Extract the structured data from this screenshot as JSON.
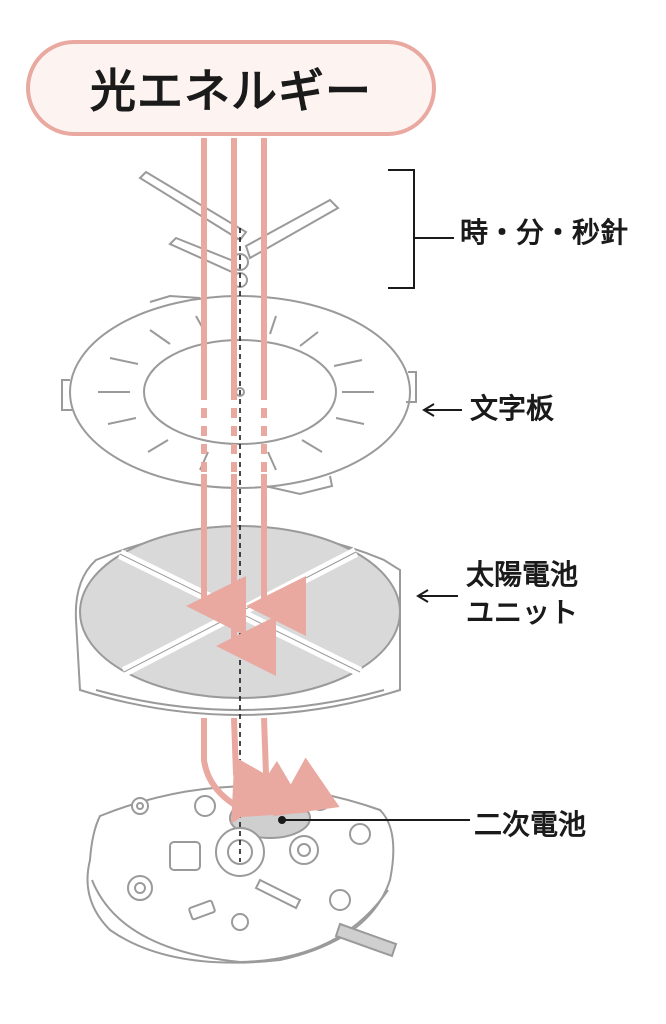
{
  "title": "光エネルギー",
  "labels": {
    "hands": "時・分・秒針",
    "dial": "文字板",
    "solar_line1": "太陽電池",
    "solar_line2": "ユニット",
    "battery": "二次電池"
  },
  "colors": {
    "light_arrow": "#e9a9a1",
    "line": "#9a9a9a",
    "ink": "#1a1a1a",
    "solar_cell": "#d9d9d9"
  }
}
